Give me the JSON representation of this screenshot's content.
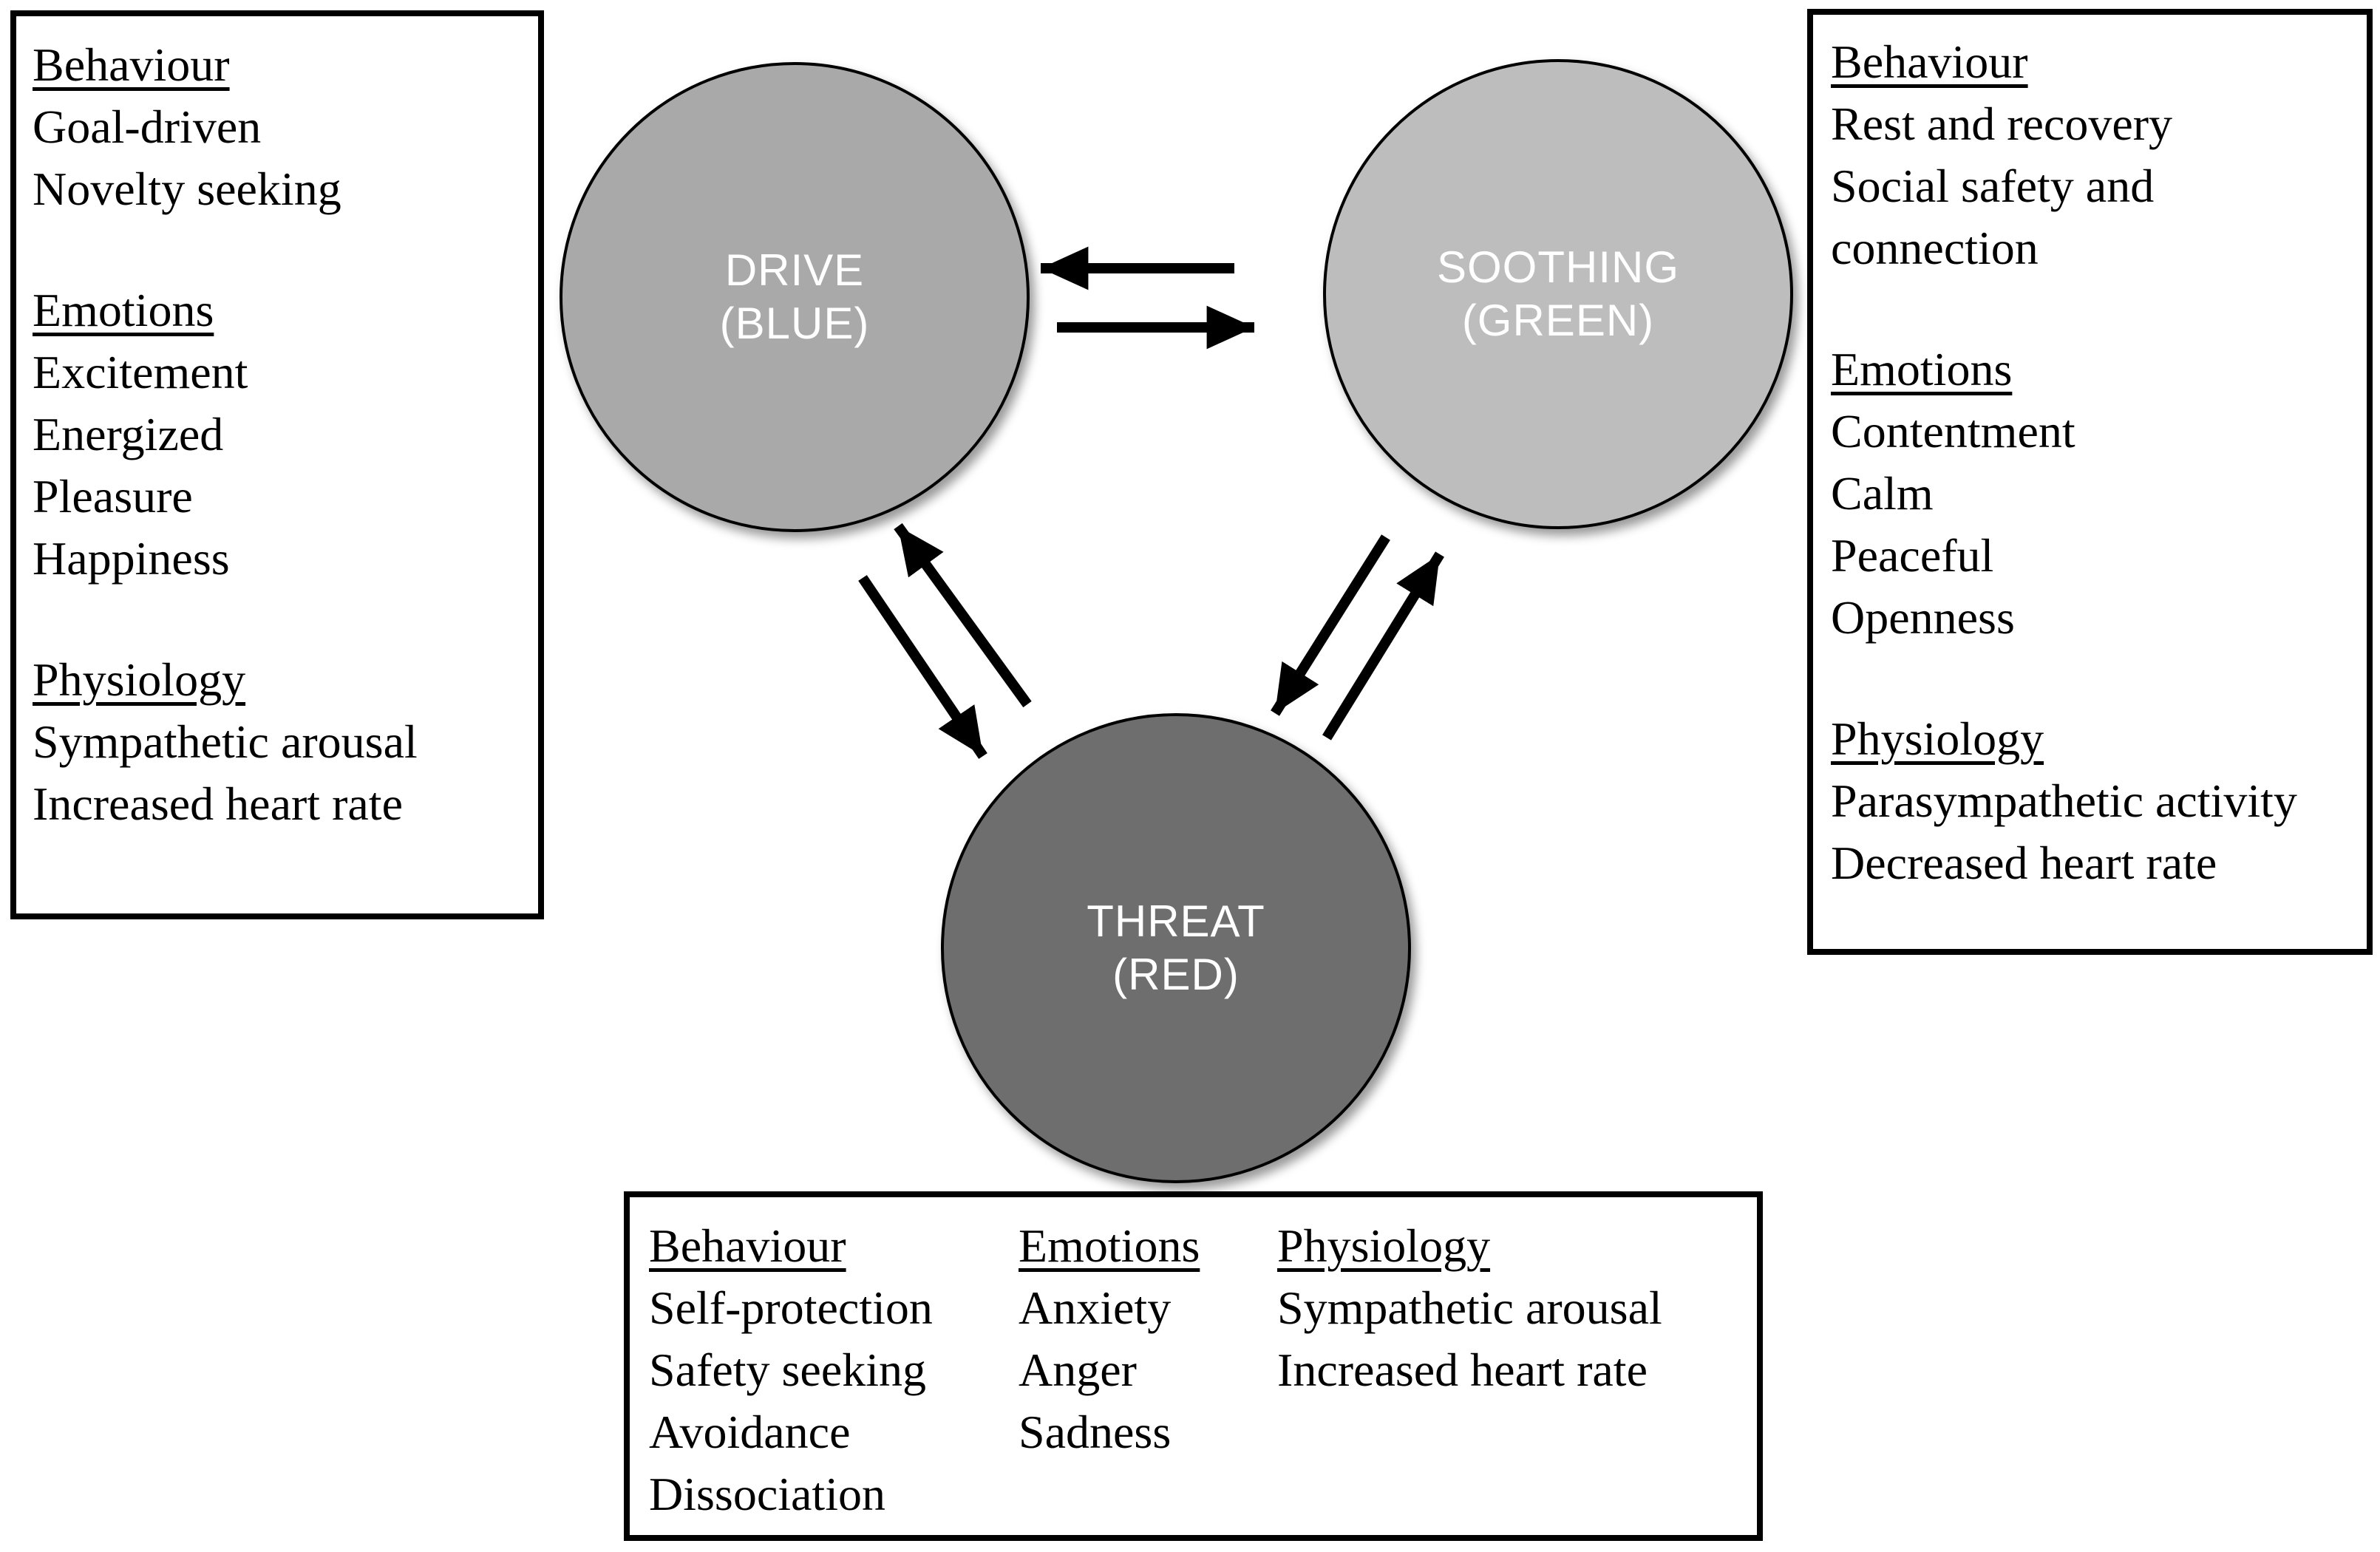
{
  "colors": {
    "drive_fill": "#a9a9a9",
    "soothing_fill": "#bdbdbd",
    "threat_fill": "#6e6e6e",
    "label_text": "#ffffff",
    "line_color": "#000000"
  },
  "circles": {
    "drive": {
      "line1": "DRIVE",
      "line2": "(BLUE)"
    },
    "soothing": {
      "line1": "SOOTHING",
      "line2": "(GREEN)"
    },
    "threat": {
      "line1": "THREAT",
      "line2": "(RED)"
    }
  },
  "drive_box": {
    "sections": [
      {
        "heading": "Behaviour",
        "items": [
          "Goal-driven",
          "Novelty seeking"
        ]
      },
      {
        "heading": "Emotions",
        "items": [
          "Excitement",
          "Energized",
          "Pleasure",
          "Happiness"
        ]
      },
      {
        "heading": "Physiology",
        "items": [
          "Sympathetic arousal",
          "Increased heart rate"
        ]
      }
    ]
  },
  "soothing_box": {
    "sections": [
      {
        "heading": "Behaviour",
        "items": [
          "Rest and recovery",
          "Social safety and",
          "connection"
        ]
      },
      {
        "heading": "Emotions",
        "items": [
          "Contentment",
          "Calm",
          "Peaceful",
          "Openness"
        ]
      },
      {
        "heading": "Physiology",
        "items": [
          "Parasympathetic activity",
          "Decreased heart rate"
        ]
      }
    ]
  },
  "threat_box": {
    "columns": [
      {
        "heading": "Behaviour",
        "items": [
          "Self-protection",
          "Safety seeking",
          "Avoidance",
          "Dissociation"
        ]
      },
      {
        "heading": "Emotions",
        "items": [
          "Anxiety",
          "Anger",
          "Sadness"
        ]
      },
      {
        "heading": "Physiology",
        "items": [
          "Sympathetic arousal",
          "Increased heart rate"
        ]
      }
    ]
  }
}
